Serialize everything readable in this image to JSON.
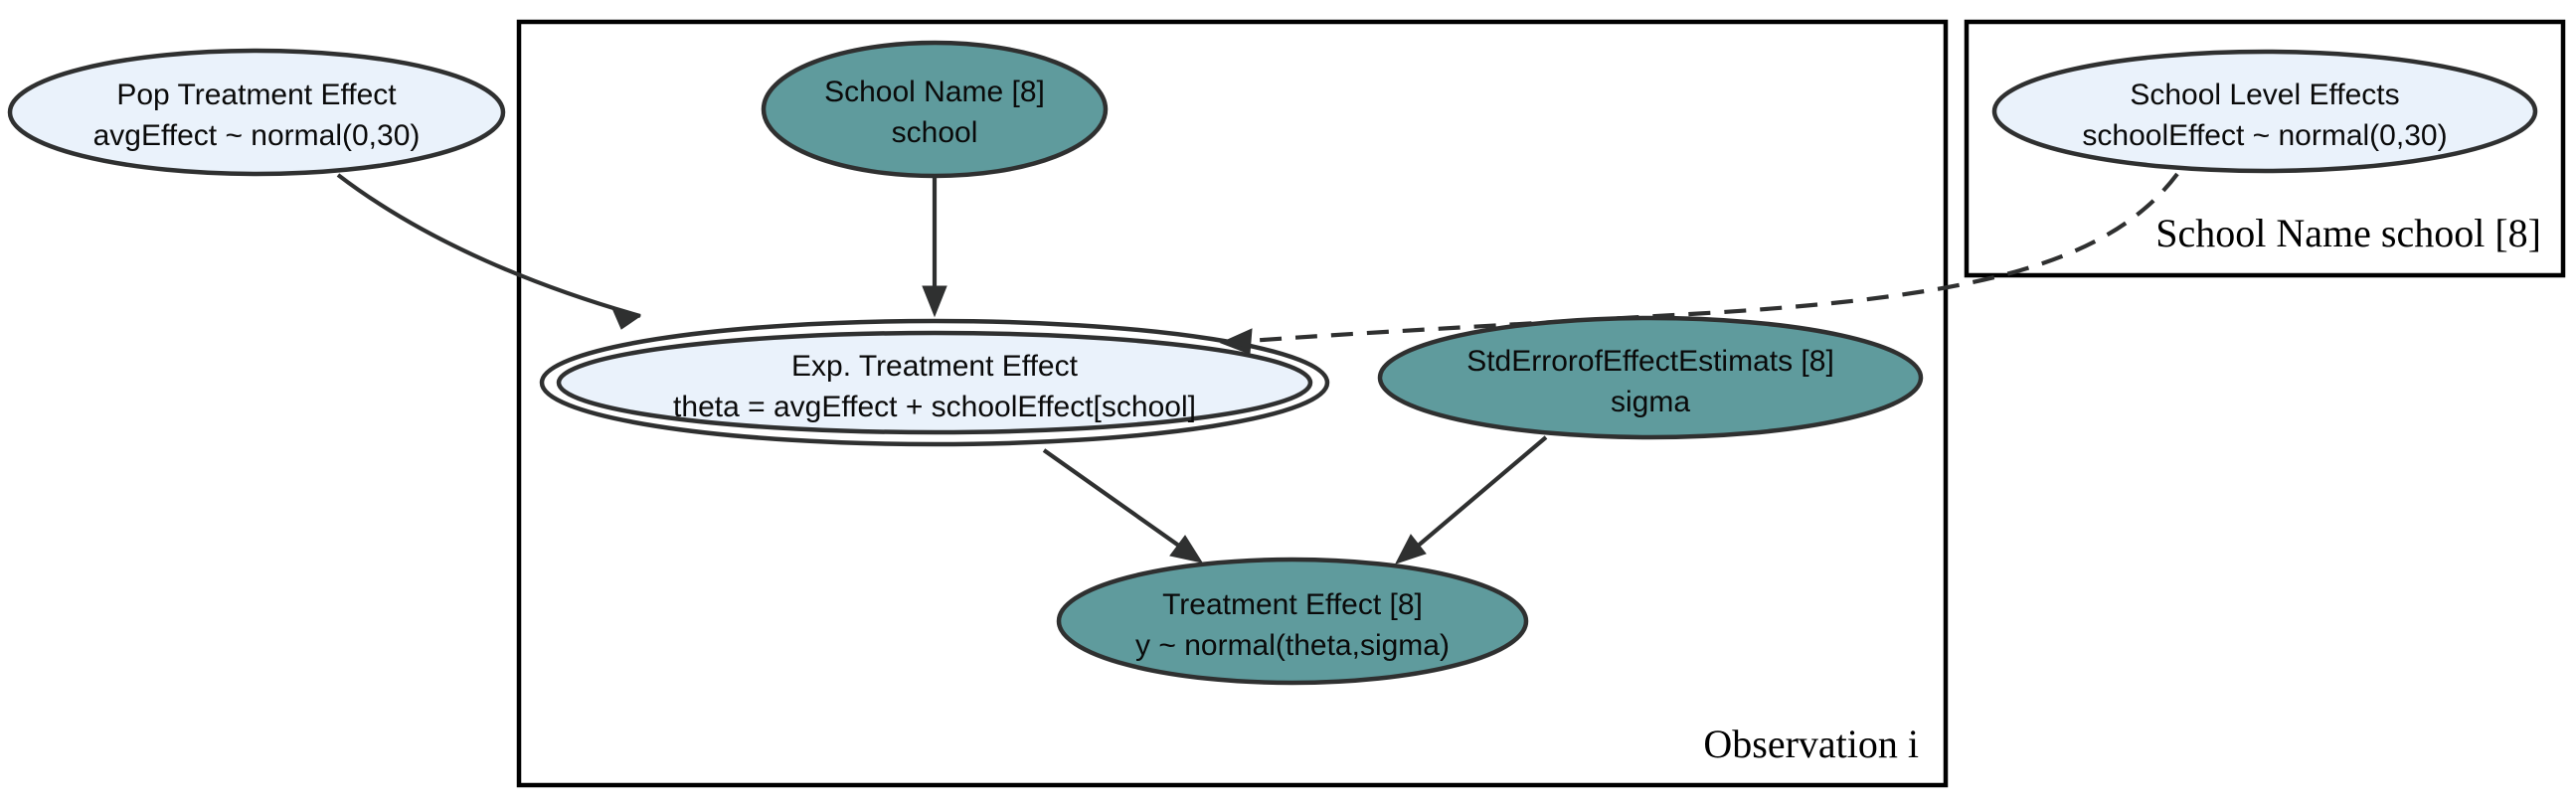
{
  "diagram": {
    "title": "Eight Schools Hierarchical Model Graph",
    "colors": {
      "observed_node_fill": "#5f9b9d",
      "latent_node_fill": "#eaf2fb",
      "node_stroke": "#2f3030",
      "edge_stroke": "#2f3030",
      "cluster_stroke": "#000000",
      "background": "#ffffff",
      "text": "#0a0a0a"
    }
  },
  "clusters": [
    {
      "id": "observation-cluster",
      "label": "Observation i",
      "label_position": "bottom-right"
    },
    {
      "id": "school-cluster",
      "label": "School Name school [8]",
      "label_position": "bottom-right"
    }
  ],
  "nodes": [
    {
      "id": "pop-treatment-effect",
      "kind": "latent",
      "shape": "ellipse",
      "line1": "Pop Treatment Effect",
      "line2": "avgEffect ~ normal(0,30)"
    },
    {
      "id": "school-name",
      "kind": "observed",
      "shape": "ellipse",
      "line1": "School Name [8]",
      "line2": "school"
    },
    {
      "id": "exp-treatment-effect",
      "kind": "latent",
      "shape": "doubleellipse",
      "line1": "Exp. Treatment Effect",
      "line2": "theta = avgEffect + schoolEffect[school]"
    },
    {
      "id": "std-error",
      "kind": "observed",
      "shape": "ellipse",
      "line1": "StdErrorofEffectEstimats [8]",
      "line2": "sigma"
    },
    {
      "id": "treatment-effect",
      "kind": "observed",
      "shape": "ellipse",
      "line1": "Treatment Effect [8]",
      "line2": "y ~ normal(theta,sigma)"
    },
    {
      "id": "school-level-effects",
      "kind": "latent",
      "shape": "ellipse",
      "line1": "School Level Effects",
      "line2": "schoolEffect ~ normal(0,30)"
    }
  ],
  "edges": [
    {
      "id": "edge-pop-to-exp",
      "from": "pop-treatment-effect",
      "to": "exp-treatment-effect",
      "style": "solid",
      "arrow": "normal"
    },
    {
      "id": "edge-school-to-exp",
      "from": "school-name",
      "to": "exp-treatment-effect",
      "style": "solid",
      "arrow": "normal"
    },
    {
      "id": "edge-sle-to-exp",
      "from": "school-level-effects",
      "to": "exp-treatment-effect",
      "style": "dashed",
      "arrow": "normal"
    },
    {
      "id": "edge-exp-to-y",
      "from": "exp-treatment-effect",
      "to": "treatment-effect",
      "style": "solid",
      "arrow": "normal"
    },
    {
      "id": "edge-sigma-to-y",
      "from": "std-error",
      "to": "treatment-effect",
      "style": "solid",
      "arrow": "normal"
    }
  ]
}
